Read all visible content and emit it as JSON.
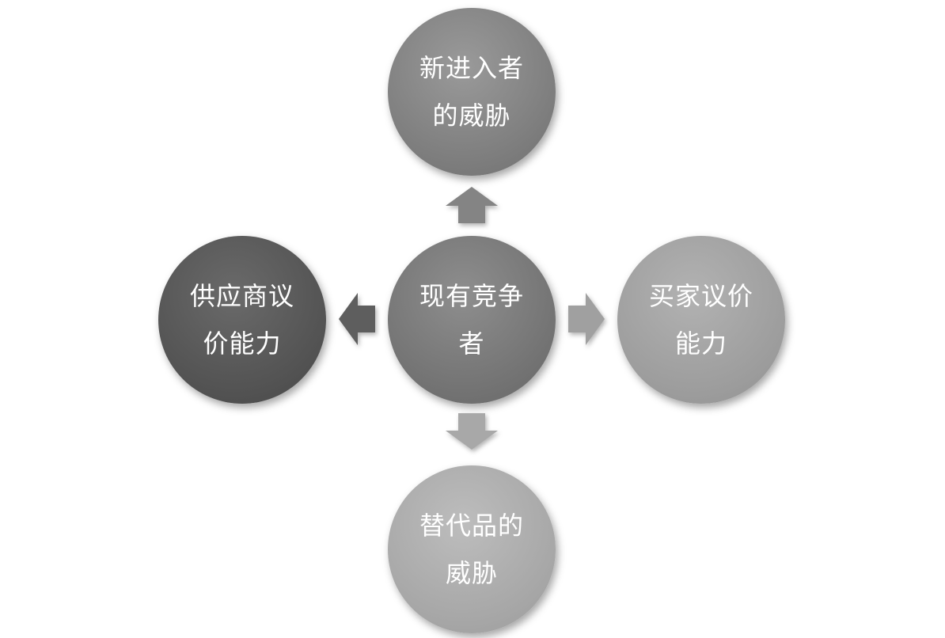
{
  "diagram": {
    "center": {
      "line1": "现有竞争",
      "line2": "者"
    },
    "top": {
      "line1": "新进入者",
      "line2": "的威胁"
    },
    "left": {
      "line1": "供应商议",
      "line2": "价能力"
    },
    "right": {
      "line1": "买家议价",
      "line2": "能力"
    },
    "bottom": {
      "line1": "替代品的",
      "line2": "威胁"
    }
  },
  "colors": {
    "top": "#7c7c7c",
    "center": "#727272",
    "left": "#525252",
    "right": "#9c9c9c",
    "bottom": "#a6a6a6",
    "arrow_up": "#848484",
    "arrow_down": "#a8a8a8",
    "arrow_left": "#5e5e5e",
    "arrow_right": "#a0a0a0"
  }
}
